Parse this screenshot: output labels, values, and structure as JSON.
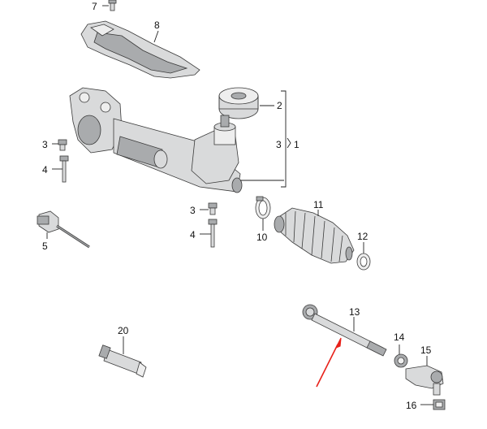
{
  "callouts": {
    "c1": "1",
    "c2": "2",
    "c3": "3",
    "c3b": "3",
    "c4": "4",
    "c4b": "4",
    "c5": "5",
    "c7": "7",
    "c8": "8",
    "c10": "10",
    "c11": "11",
    "c12": "12",
    "c13": "13",
    "c14": "14",
    "c15": "15",
    "c16": "16",
    "c20": "20"
  },
  "colors": {
    "highlight_arrow": "#e8211a",
    "part_fill": "#d9dadb",
    "outline": "#3a3a3a"
  }
}
